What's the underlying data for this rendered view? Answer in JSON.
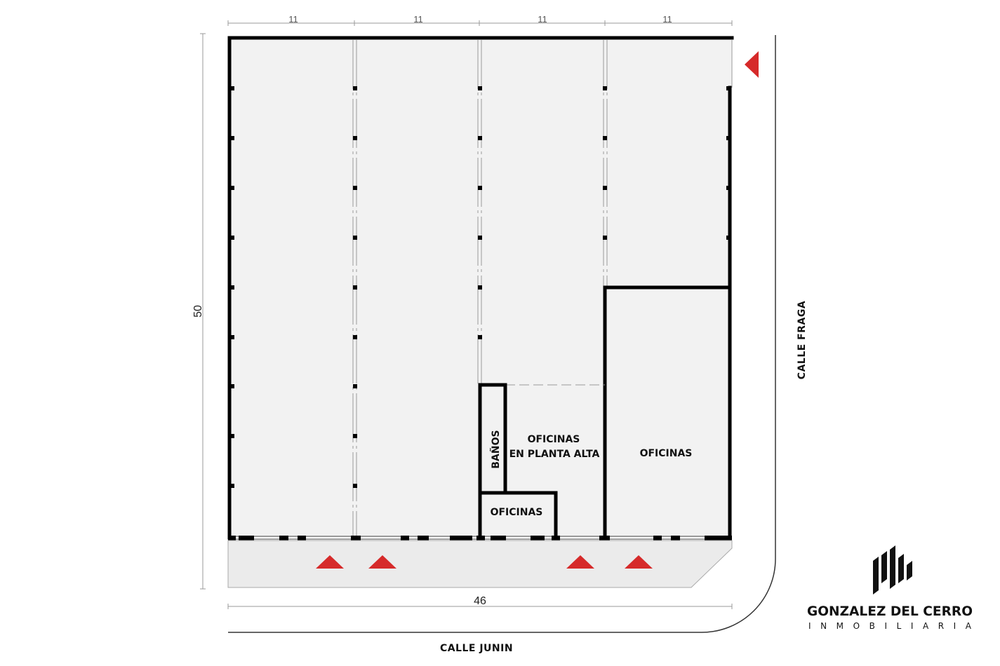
{
  "dimensions": {
    "top_segments": [
      "11",
      "11",
      "11",
      "11"
    ],
    "depth": "50",
    "frontage": "46"
  },
  "rooms": {
    "offices_main": "OFICINAS",
    "bathrooms": "BAÑOS",
    "offices_upper_floor": {
      "line1": "OFICINAS",
      "line2": "EN PLANTA ALTA"
    },
    "offices_small": "OFICINAS"
  },
  "streets": {
    "side": "CALLE FRAGA",
    "front": "CALLE JUNIN"
  },
  "brand": {
    "name": "GONZALEZ DEL CERRO",
    "tagline": "INMOBILIARIA",
    "logo_icon": "building-logo-icon"
  },
  "icons": {
    "entrance_marker": "entrance-triangle-icon"
  },
  "colors": {
    "walls": "#000000",
    "floor": "#f2f2f2",
    "sidewalk": "#ebebeb",
    "entrance_marker": "#d62a2a"
  }
}
